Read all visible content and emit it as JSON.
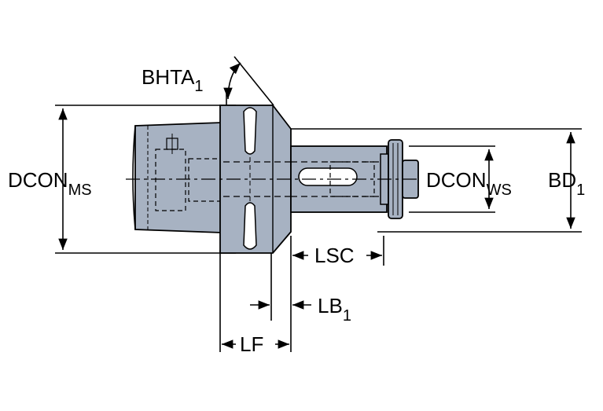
{
  "labels": {
    "bhta": {
      "main": "BHTA",
      "sub": "1"
    },
    "dcon_ms": {
      "main": "DCON",
      "sub": "MS"
    },
    "dcon_ws": {
      "main": "DCON",
      "sub": "WS"
    },
    "bd": {
      "main": "BD",
      "sub": "1"
    },
    "lsc": {
      "main": "LSC"
    },
    "lb": {
      "main": "LB",
      "sub": "1"
    },
    "lf": {
      "main": "LF"
    }
  },
  "colors": {
    "body_fill": "#a7b2c2",
    "line": "#000000",
    "background": "#ffffff"
  }
}
